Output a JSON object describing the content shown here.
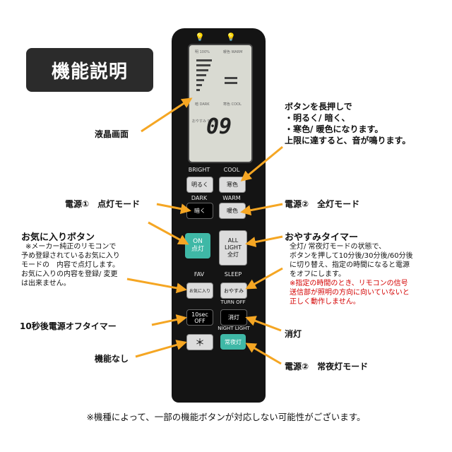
{
  "title": "機能説明",
  "remote": {
    "lcd": {
      "brightness_label": "明 100%",
      "color_label": "暖色 WARM",
      "dark_label": "暗 DARK",
      "cool_label": "寒色 COOL",
      "sleep_label": "おやすみ SLEEP",
      "timer_digits": "09"
    },
    "bright_label": "BRIGHT",
    "cool_label": "COOL",
    "brighter_button": "明るく",
    "cool_button": "寒色",
    "dark_label": "DARK",
    "warm_label": "WARM",
    "darker_button": "暗く",
    "warm_button": "暖色",
    "on_button_en": "ON",
    "on_button_jp": "点灯",
    "all_light_en": "ALL LIGHT",
    "all_light_jp": "全灯",
    "fav_label": "FAV",
    "sleep_label": "SLEEP",
    "fav_button": "お気に入り",
    "sleep_button": "おやすみ",
    "turn_off_label": "TURN OFF",
    "tensec_button_top": "10sec",
    "tensec_button_bottom": "OFF",
    "off_button": "消灯",
    "night_light_label": "NIGHT LIGHT",
    "star_button": "＊",
    "night_button": "常夜灯"
  },
  "annotations": {
    "long_press_title": "ボタンを長押しで",
    "long_press_line1": "・明るく/ 暗く、",
    "long_press_line2": "・寒色/ 暖色になります。",
    "long_press_line3": "上限に達すると、音が鳴ります。",
    "lcd_screen": "液晶画面",
    "power1": "電源①　点灯モード",
    "power2_all": "電源②　全灯モード",
    "fav_title": "お気に入りボタン",
    "fav_line1": "※メーカー純正のリモコンで",
    "fav_line2": "予め登録されているお気に入り",
    "fav_line3": "モードの　内容で点灯します。",
    "fav_line4": "お気に入りの内容を登録/ 変更",
    "fav_line5": "は出来ません。",
    "sleep_title": "おやすみタイマー",
    "sleep_line1": "全灯/ 常夜灯モードの状態で、",
    "sleep_line2": "ボタンを押して10分後/30分後/60分後",
    "sleep_line3": "に切り替え、指定の時間になると電源",
    "sleep_line4": "をオフにします。",
    "sleep_warn1": "※指定の時間のとき、リモコンの信号",
    "sleep_warn2": "送信部が照明の方向に向いていないと",
    "sleep_warn3": "正しく動作しません。",
    "ten_sec_timer": "10秒後電源オフタイマー",
    "turn_off": "消灯",
    "no_function": "機能なし",
    "power2_night": "電源②　常夜灯モード"
  },
  "footer": "※機種によって、一部の機能ボタンが対応しない可能性がございます。",
  "colors": {
    "arrow": "#f5a623",
    "accent_green": "#3fb8a6",
    "warning_red": "#d40000"
  }
}
